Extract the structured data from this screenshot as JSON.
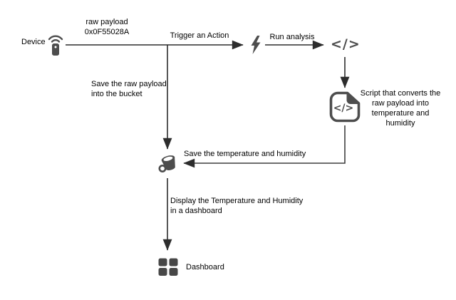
{
  "colors": {
    "background": "#ffffff",
    "line": "#2d2d2d",
    "icon": "#4d4d4d",
    "text": "#000000"
  },
  "nodes": {
    "device": {
      "label": "Device"
    },
    "action": {},
    "analysis": {
      "glyph": "</>"
    },
    "script": {
      "glyph": "</>",
      "note": "Script that converts the\nraw payload into\ntemperature and\nhumidity"
    },
    "bucket": {},
    "dashboard": {
      "label": "Dashboard"
    }
  },
  "edges": {
    "device_to_action": {
      "payload": "raw payload\n0x0F55028A",
      "label": "Trigger an Action"
    },
    "action_to_analysis": {
      "label": "Run analysis"
    },
    "device_to_bucket": {
      "label": "Save the raw payload\ninto the bucket"
    },
    "script_to_bucket": {
      "label": "Save the temperature and humidity"
    },
    "bucket_to_dashboard": {
      "label": "Display the Temperature and Humidity\nin a dashboard"
    }
  },
  "icons": {
    "device": "wifi-remote-icon",
    "action": "lightning-bolt-icon",
    "analysis": "code-icon",
    "script": "code-file-icon",
    "bucket": "bucket-icon",
    "dashboard": "grid-dashboard-icon"
  }
}
